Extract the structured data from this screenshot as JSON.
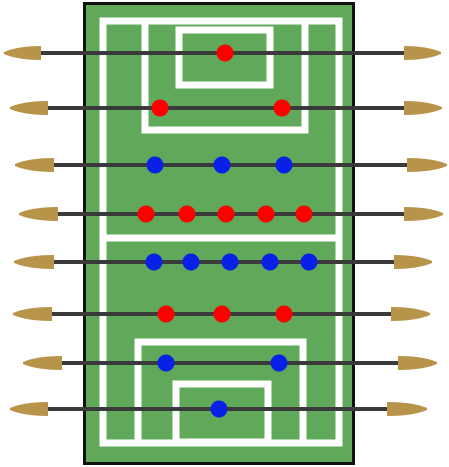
{
  "colors": {
    "field": "#60a85a",
    "frame": "#111111",
    "lines": "#ffffff",
    "rod": "#3a3a3a",
    "handle": "#b8944a",
    "red_team": "#ff0000",
    "blue_team": "#0a20e6"
  },
  "rods": [
    {
      "team": "red",
      "players": 1
    },
    {
      "team": "red",
      "players": 2
    },
    {
      "team": "blue",
      "players": 3
    },
    {
      "team": "red",
      "players": 5
    },
    {
      "team": "blue",
      "players": 5
    },
    {
      "team": "red",
      "players": 3
    },
    {
      "team": "blue",
      "players": 2
    },
    {
      "team": "blue",
      "players": 1
    }
  ]
}
